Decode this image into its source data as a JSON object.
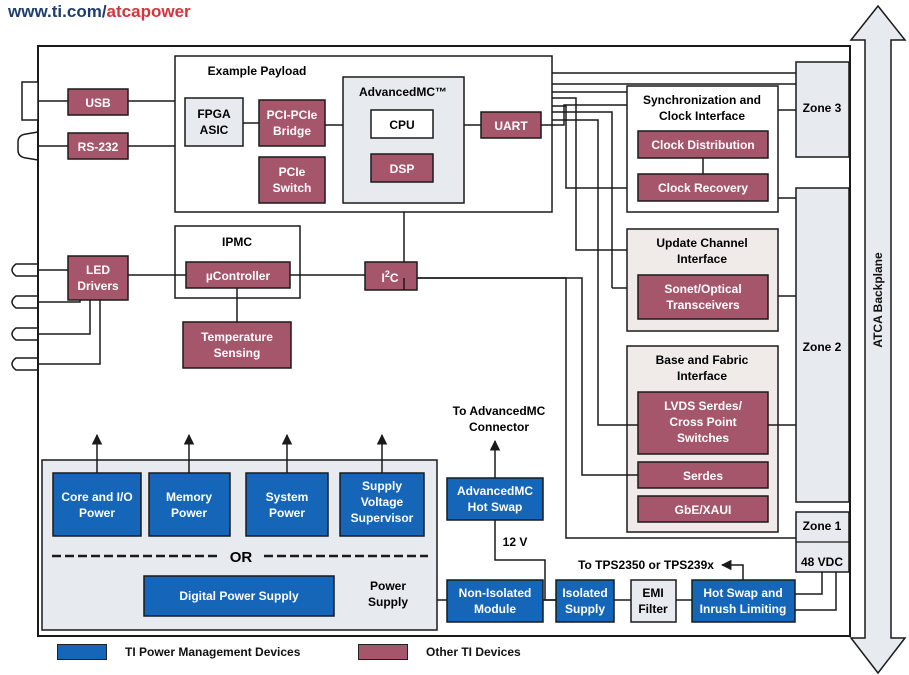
{
  "header": {
    "url_prefix": "www.ti.com/",
    "url_accent": "atcapower"
  },
  "colors": {
    "ti_power": "#1565b8",
    "other_ti": "#a6566b",
    "panel_gray": "#e7ebef",
    "dark": "#1a1a1a",
    "url_blue": "#1f3e6e",
    "url_red": "#d5343a"
  },
  "blocks": {
    "usb": "USB",
    "rs232": "RS-232",
    "example_payload": "Example Payload",
    "fpga_asic": [
      "FPGA",
      "ASIC"
    ],
    "pci_bridge": [
      "PCI-PCIe",
      "Bridge"
    ],
    "pcie_switch": [
      "PCIe",
      "Switch"
    ],
    "advancedmc": "AdvancedMC™",
    "cpu": "CPU",
    "dsp": "DSP",
    "uart": "UART",
    "sync_title": [
      "Synchronization and",
      "Clock Interface"
    ],
    "clock_distribution": "Clock Distribution",
    "clock_recovery": "Clock Recovery",
    "zone3": "Zone 3",
    "zone2": "Zone 2",
    "zone1": "Zone 1",
    "vdc48": "48 VDC",
    "atca_backplane": "ATCA Backplane",
    "ipmc": "IPMC",
    "ucontroller": "µController",
    "led_drivers": [
      "LED",
      "Drivers"
    ],
    "temp_sensing": [
      "Temperature",
      "Sensing"
    ],
    "i2c_main": "I",
    "i2c_sup": "2",
    "i2c_tail": "C",
    "update_title": [
      "Update Channel",
      "Interface"
    ],
    "sonet": [
      "Sonet/Optical",
      "Transceivers"
    ],
    "base_title": [
      "Base and Fabric",
      "Interface"
    ],
    "lvds": [
      "LVDS Serdes/",
      "Cross Point",
      "Switches"
    ],
    "serdes": "Serdes",
    "gbe": "GbE/XAUI",
    "to_amc": [
      "To AdvancedMC",
      "Connector"
    ],
    "amc_hotswap": [
      "AdvancedMC",
      "Hot Swap"
    ],
    "v12": "12 V",
    "core_io": [
      "Core and I/O",
      "Power"
    ],
    "memory_power": [
      "Memory",
      "Power"
    ],
    "system_power": [
      "System",
      "Power"
    ],
    "supply_supervisor": [
      "Supply",
      "Voltage",
      "Supervisor"
    ],
    "or_text": "OR",
    "digital_ps": "Digital Power Supply",
    "power_supply": [
      "Power",
      "Supply"
    ],
    "non_isolated": [
      "Non-Isolated",
      "Module"
    ],
    "isolated": [
      "Isolated",
      "Supply"
    ],
    "emi": [
      "EMI",
      "Filter"
    ],
    "hotswap_inrush": [
      "Hot Swap and",
      "Inrush Limiting"
    ],
    "to_tps": "To TPS2350 or TPS239x"
  },
  "legend": {
    "ti_power": "TI Power Management Devices",
    "other_ti": "Other TI Devices"
  }
}
